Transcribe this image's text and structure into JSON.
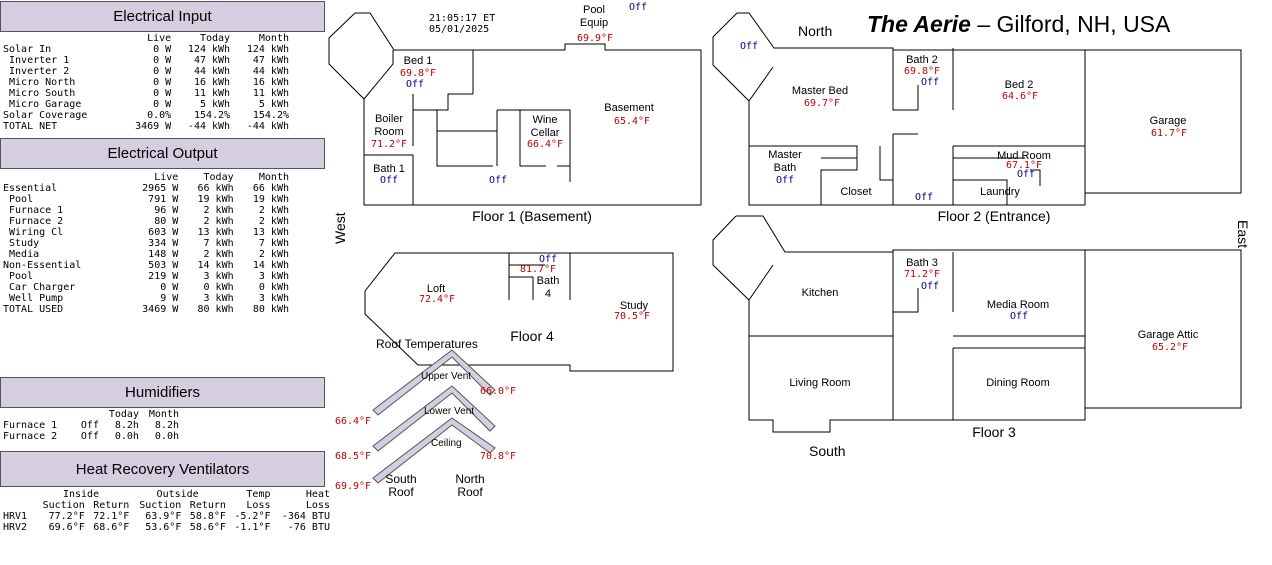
{
  "electrical_input": {
    "title": "Electrical Input",
    "headers": [
      "",
      "Live",
      "Today",
      "Month"
    ],
    "rows": [
      [
        "Solar In",
        "0 W",
        "124 kWh",
        "124 kWh"
      ],
      [
        " Inverter 1",
        "0 W",
        "47 kWh",
        "47 kWh"
      ],
      [
        " Inverter 2",
        "0 W",
        "44 kWh",
        "44 kWh"
      ],
      [
        " Micro North",
        "0 W",
        "16 kWh",
        "16 kWh"
      ],
      [
        " Micro South",
        "0 W",
        "11 kWh",
        "11 kWh"
      ],
      [
        " Micro Garage",
        "0 W",
        "5 kWh",
        "5 kWh"
      ],
      [
        "Solar Coverage",
        "0.0%",
        "154.2%",
        "154.2%"
      ],
      [
        "TOTAL NET",
        "3469 W",
        "-44 kWh",
        "-44 kWh"
      ]
    ]
  },
  "electrical_output": {
    "title": "Electrical Output",
    "headers": [
      "",
      "Live",
      "Today",
      "Month"
    ],
    "rows": [
      [
        "Essential",
        "2965 W",
        "66 kWh",
        "66 kWh"
      ],
      [
        " Pool",
        "791 W",
        "19 kWh",
        "19 kWh"
      ],
      [
        " Furnace 1",
        "96 W",
        "2 kWh",
        "2 kWh"
      ],
      [
        " Furnace 2",
        "80 W",
        "2 kWh",
        "2 kWh"
      ],
      [
        " Wiring Cl",
        "603 W",
        "13 kWh",
        "13 kWh"
      ],
      [
        " Study",
        "334 W",
        "7 kWh",
        "7 kWh"
      ],
      [
        " Media",
        "148 W",
        "2 kWh",
        "2 kWh"
      ],
      [
        "",
        "",
        "",
        ""
      ],
      [
        "Non-Essential",
        "503 W",
        "14 kWh",
        "14 kWh"
      ],
      [
        " Pool",
        "219 W",
        "3 kWh",
        "3 kWh"
      ],
      [
        " Car Charger",
        "0 W",
        "0 kWh",
        "0 kWh"
      ],
      [
        "",
        "",
        "",
        ""
      ],
      [
        "",
        "",
        "",
        ""
      ],
      [
        "",
        "",
        "",
        ""
      ],
      [
        " Well Pump",
        "9 W",
        "3 kWh",
        "3 kWh"
      ],
      [
        "",
        "",
        "",
        ""
      ],
      [
        "TOTAL USED",
        "3469 W",
        "80 kWh",
        "80 kWh"
      ]
    ]
  },
  "humidifiers": {
    "title": "Humidifiers",
    "headers": [
      "",
      "",
      "Today",
      "Month"
    ],
    "rows": [
      [
        "Furnace 1",
        "Off",
        "8.2h",
        "8.2h"
      ],
      [
        "Furnace 2",
        "Off",
        "0.0h",
        "0.0h"
      ]
    ]
  },
  "hrv": {
    "title": "Heat Recovery Ventilators",
    "group_headers": [
      "Inside",
      "Outside",
      "Temp",
      "Heat"
    ],
    "sub_headers": [
      "Suction",
      "Return",
      "Suction",
      "Return",
      "Loss",
      "Loss"
    ],
    "rows": [
      [
        "HRV1",
        "77.2°F",
        "72.1°F",
        "63.9°F",
        "58.8°F",
        "-5.2°F",
        "-364 BTU"
      ],
      [
        "HRV2",
        "69.6°F",
        "68.6°F",
        "53.6°F",
        "58.6°F",
        "-1.1°F",
        "-76 BTU"
      ]
    ]
  },
  "header": {
    "time": "21:05:17 ET",
    "date": "05/01/2025",
    "site_name": "The Aerie",
    "site_location": " – Gilford, NH, USA"
  },
  "compass": {
    "north": "North",
    "south": "South",
    "east": "East",
    "west": "West"
  },
  "floors": {
    "floor1": "Floor 1 (Basement)",
    "floor2": "Floor 2 (Entrance)",
    "floor3": "Floor 3",
    "floor4": "Floor 4"
  },
  "rooms": {
    "pool_equip": {
      "name": "Pool\nEquip",
      "temp": "69.9°F",
      "status": "Off"
    },
    "bed1": {
      "name": "Bed 1",
      "temp": "69.8°F",
      "status": "Off"
    },
    "boiler": {
      "name": "Boiler\nRoom",
      "temp": "71.2°F"
    },
    "bath1": {
      "name": "Bath 1",
      "status": "Off"
    },
    "wine": {
      "name": "Wine\nCellar",
      "temp": "66.4°F"
    },
    "basement": {
      "name": "Basement",
      "temp": "65.4°F",
      "status": "Off"
    },
    "master_bed": {
      "name": "Master Bed",
      "temp": "69.7°F",
      "status": "Off"
    },
    "bath2": {
      "name": "Bath 2",
      "temp": "69.8°F",
      "status": "Off"
    },
    "bed2": {
      "name": "Bed 2",
      "temp": "64.6°F"
    },
    "garage": {
      "name": "Garage",
      "temp": "61.7°F"
    },
    "master_bath": {
      "name": "Master\nBath",
      "status": "Off"
    },
    "closet": {
      "name": "Closet"
    },
    "entrance_status": "Off",
    "mud_room": {
      "name": "Mud Room",
      "temp": "67.1°F",
      "status": "Off"
    },
    "laundry": {
      "name": "Laundry"
    },
    "loft": {
      "name": "Loft",
      "temp": "72.4°F"
    },
    "bath4": {
      "name": "Bath\n4",
      "temp": "81.7°F",
      "status": "Off"
    },
    "study": {
      "name": "Study",
      "temp": "70.5°F"
    },
    "kitchen": {
      "name": "Kitchen"
    },
    "bath3": {
      "name": "Bath 3",
      "temp": "71.2°F",
      "status": "Off"
    },
    "media_room": {
      "name": "Media Room",
      "status": "Off"
    },
    "garage_attic": {
      "name": "Garage Attic",
      "temp": "65.2°F"
    },
    "living_room": {
      "name": "Living Room"
    },
    "dining_room": {
      "name": "Dining Room"
    }
  },
  "roof": {
    "title": "Roof Temperatures",
    "upper_vent": "Upper Vent",
    "lower_vent": "Lower Vent",
    "ceiling": "Ceiling",
    "south_roof": "South\nRoof",
    "north_roof": "North\nRoof",
    "temps": {
      "upper_south": "66.4°F",
      "upper_north": "66.0°F",
      "lower_south": "68.5°F",
      "lower_north": "70.8°F",
      "ceiling_south": "69.9°F"
    }
  }
}
